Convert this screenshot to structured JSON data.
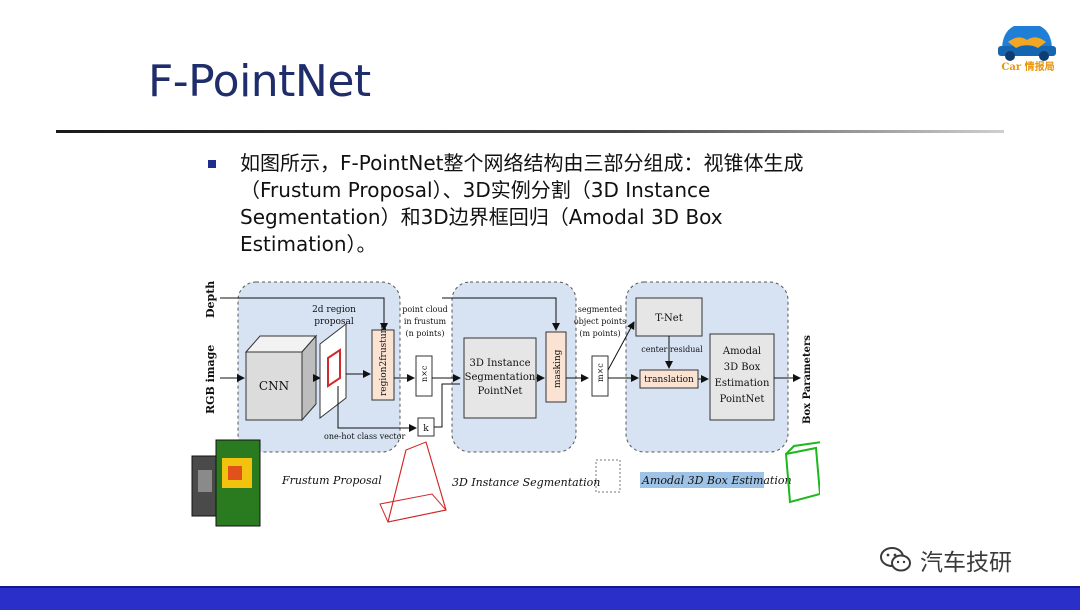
{
  "slide": {
    "title": "F-PointNet",
    "bullet": "如图所示，F-PointNet整个网络结构由三部分组成：视锥体生成（Frustum Proposal）、3D实例分割（3D Instance Segmentation）和3D边界框回归（Amodal 3D Box Estimation）。",
    "watermark": "汽车技研",
    "logo_text": "Car 情报局"
  },
  "colors": {
    "title": "#1f2d6b",
    "bottom_bar": "#2b2fc9",
    "panel_fill": "#d7e3f2",
    "module_fill": "#fbe3d3",
    "accent_red": "#d12a2a",
    "accent_green": "#1db81d"
  },
  "diagram": {
    "inputs": {
      "depth": "Depth",
      "rgb": "RGB image"
    },
    "output": "Box Parameters",
    "stage_labels": {
      "frustum": "Frustum Proposal",
      "segmentation": "3D Instance Segmentation",
      "box": "Amodal 3D Box Estimation"
    },
    "blocks": {
      "cnn": "CNN",
      "region_proposal_line1": "2d region",
      "region_proposal_line2": "proposal",
      "region2frustum": "region2frustum",
      "point_cloud_line1": "point cloud",
      "point_cloud_line2": "in frustum",
      "point_cloud_line3": "(n points)",
      "nxc_1": "n×c",
      "k_box": "k",
      "onehot": "one-hot class vector",
      "seg_line1": "3D Instance",
      "seg_line2": "Segmentation",
      "seg_line3": "PointNet",
      "masking": "masking",
      "segmented_line1": "segmented",
      "segmented_line2": "object points",
      "segmented_line3": "(m points)",
      "mxc": "m×c",
      "tnet": "T-Net",
      "center_residual": "center residual",
      "translation": "translation",
      "amodal_line1": "Amodal",
      "amodal_line2": "3D Box",
      "amodal_line3": "Estimation",
      "amodal_line4": "PointNet"
    }
  }
}
